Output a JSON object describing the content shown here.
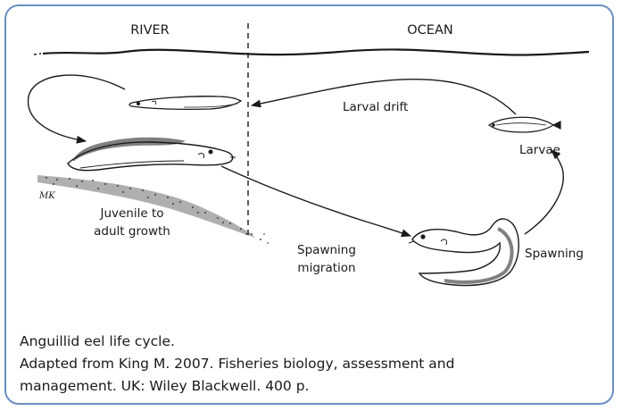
{
  "diagram": {
    "region_left": "RIVER",
    "region_right": "OCEAN",
    "stages": {
      "larval_drift": "Larval drift",
      "larvae": "Larvae",
      "juvenile_line1": "Juvenile to",
      "juvenile_line2": "adult growth",
      "migration_line1": "Spawning",
      "migration_line2": "migration",
      "spawning": "Spawning"
    },
    "artist_initials": "MK"
  },
  "caption": {
    "title": "Anguillid eel life cycle.",
    "source_line1": "Adapted from King M. 2007. Fisheries biology, assessment and",
    "source_line2": "management. UK: Wiley Blackwell. 400 p."
  },
  "colors": {
    "frame_border": "#6b8fc4",
    "ink": "#1a1a1a"
  }
}
